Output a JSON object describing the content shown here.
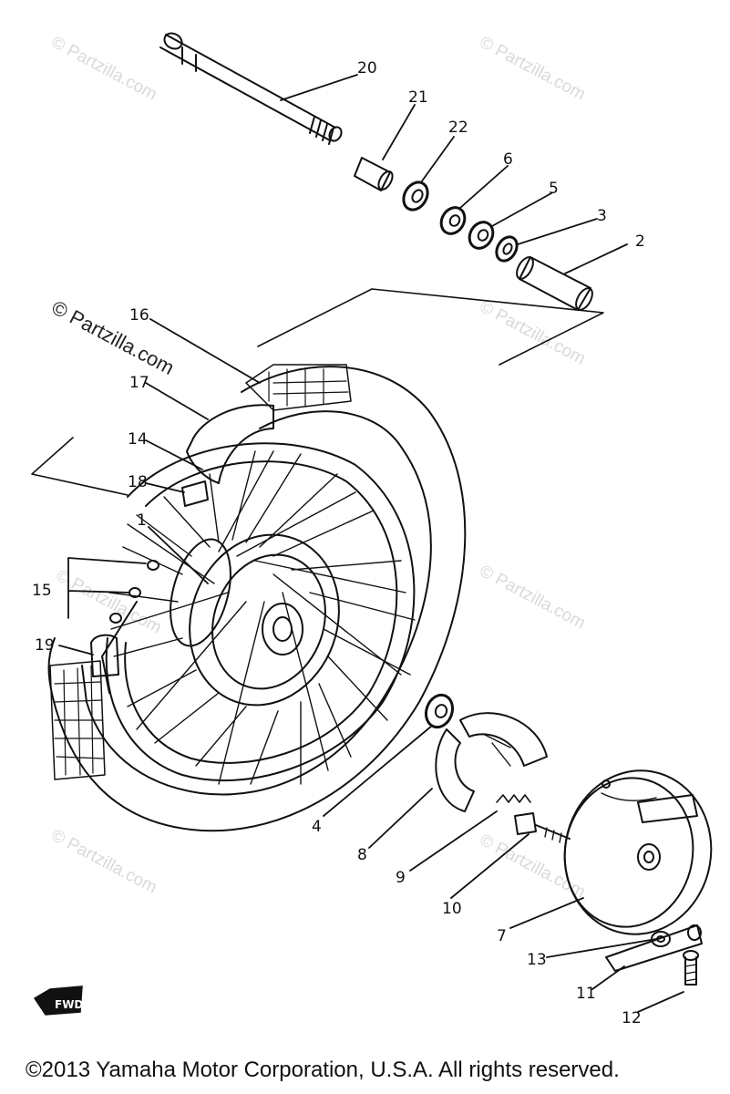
{
  "diagram": {
    "part_labels": [
      "1",
      "2",
      "3",
      "4",
      "5",
      "6",
      "7",
      "8",
      "9",
      "10",
      "11",
      "12",
      "13",
      "14",
      "15",
      "16",
      "17",
      "18",
      "19",
      "20",
      "21",
      "22"
    ],
    "fwd_tag": "FWD"
  },
  "watermarks": {
    "text": "© Partzilla.com",
    "dark_text": "© Partzilla.com"
  },
  "footer": {
    "copyright": "©2013 Yamaha Motor Corporation, U.S.A. All rights reserved."
  }
}
